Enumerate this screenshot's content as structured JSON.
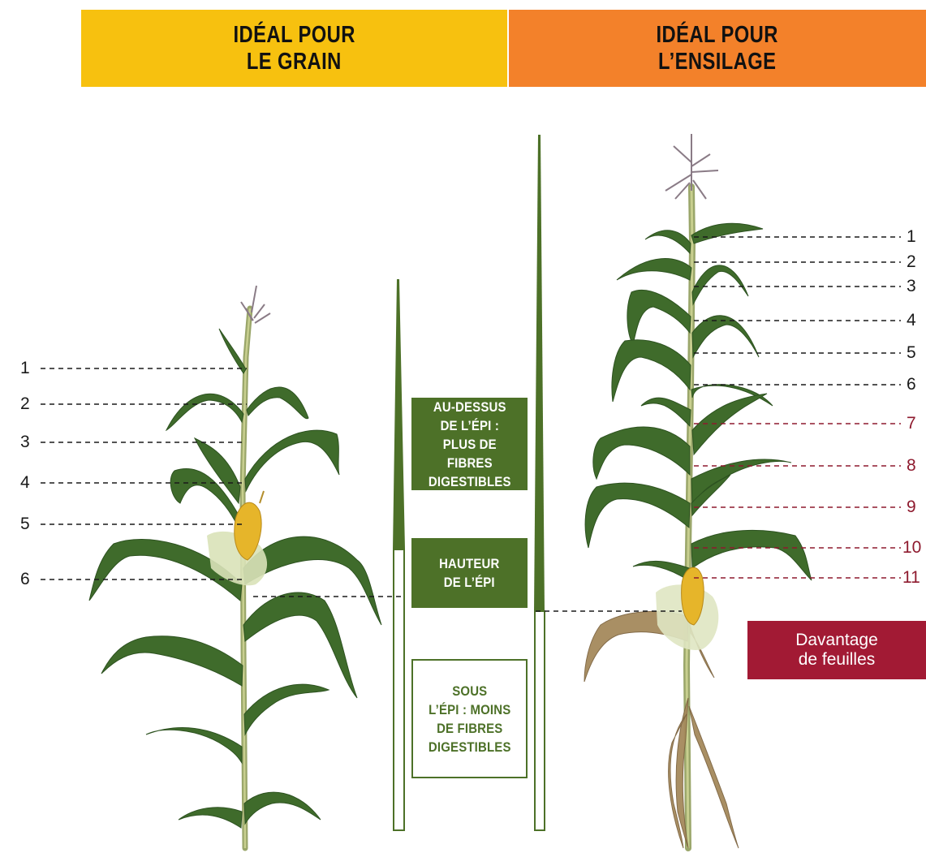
{
  "banners": {
    "grain": {
      "line1": "IDÉAL POUR",
      "line2": "LE GRAIN",
      "color": "#f7c10f"
    },
    "silage": {
      "line1": "IDÉAL POUR",
      "line2": "L’ENSILAGE",
      "color": "#f3812a"
    }
  },
  "left_plant": {
    "leaf_labels": [
      "1",
      "2",
      "3",
      "4",
      "5",
      "6"
    ]
  },
  "right_plant": {
    "leaf_labels": [
      "1",
      "2",
      "3",
      "4",
      "5",
      "6",
      "7",
      "8",
      "9",
      "10",
      "11"
    ],
    "extra_leaf_color": "#8e1a2e"
  },
  "center": {
    "above_ear": "AU-DESSUS\nDE L’ÉPI :\nPLUS DE\nFIBRES\nDIGESTIBLES",
    "ear_height": "HAUTEUR\nDE L’ÉPI",
    "below_ear": "SOUS\nL’ÉPI : MOINS\nDE FIBRES\nDIGESTIBLES",
    "green": "#4d7128"
  },
  "callout": {
    "text": "Davantage\nde feuilles",
    "color": "#a21a34"
  }
}
